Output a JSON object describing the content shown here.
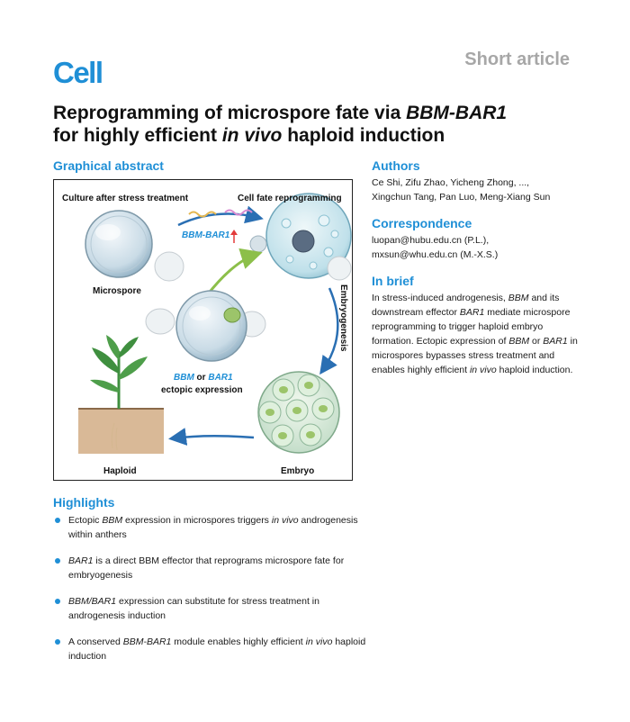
{
  "header": {
    "journal": "Cell",
    "article_type": "Short article"
  },
  "title": {
    "line1_pre": "Reprogramming of microspore fate via ",
    "line1_gene": "BBM-BAR1",
    "line2_pre": "for highly efficient ",
    "line2_italic": "in vivo",
    "line2_post": " haploid induction"
  },
  "graphical_abstract": {
    "heading": "Graphical abstract",
    "labels": {
      "culture": "Culture after stress treatment",
      "reprogramming": "Cell fate reprogramming",
      "bbm_bar1": "BBM-BAR1",
      "microspore": "Microspore",
      "embryogenesis": "Embryogenesis",
      "bbm": "BBM",
      "or": " or ",
      "bar1": "BAR1",
      "ectopic": "ectopic expression",
      "haploid": "Haploid",
      "embryo": "Embryo"
    },
    "colors": {
      "accent_blue": "#1f8fd6",
      "red_arrow": "#e23b3b",
      "green_arrow": "#8cbf4a",
      "soil": "#c9a27a",
      "leaf": "#3f8f3f"
    }
  },
  "authors": {
    "heading": "Authors",
    "line1": "Ce Shi, Zifu Zhao, Yicheng Zhong, ...,",
    "line2": "Xingchun Tang, Pan Luo, Meng-Xiang Sun"
  },
  "correspondence": {
    "heading": "Correspondence",
    "line1": "luopan@hubu.edu.cn (P.L.),",
    "line2": "mxsun@whu.edu.cn (M.-X.S.)"
  },
  "in_brief": {
    "heading": "In brief",
    "t1": "In stress-induced androgenesis, ",
    "t2": "BBM",
    "t3": " and its downstream effector ",
    "t4": "BAR1",
    "t5": " mediate microspore reprogramming to trigger haploid embryo formation. Ectopic expression of ",
    "t6": "BBM",
    "t7": " or ",
    "t8": "BAR1",
    "t9": " in microspores bypasses stress treatment and enables highly efficient ",
    "t10": "in vivo",
    "t11": " haploid induction."
  },
  "highlights": {
    "heading": "Highlights",
    "h1": {
      "a": "Ectopic ",
      "b": "BBM",
      "c": " expression in microspores triggers ",
      "d": "in vivo",
      "e": " androgenesis within anthers"
    },
    "h2": {
      "a": "BAR1",
      "b": " is a direct BBM effector that reprograms microspore fate for embryogenesis"
    },
    "h3": {
      "a": "BBM/BAR1",
      "b": " expression can substitute for stress treatment in androgenesis induction"
    },
    "h4": {
      "a": "A conserved ",
      "b": "BBM-BAR1",
      "c": " module enables highly efficient ",
      "d": "in vivo",
      "e": " haploid induction"
    }
  }
}
